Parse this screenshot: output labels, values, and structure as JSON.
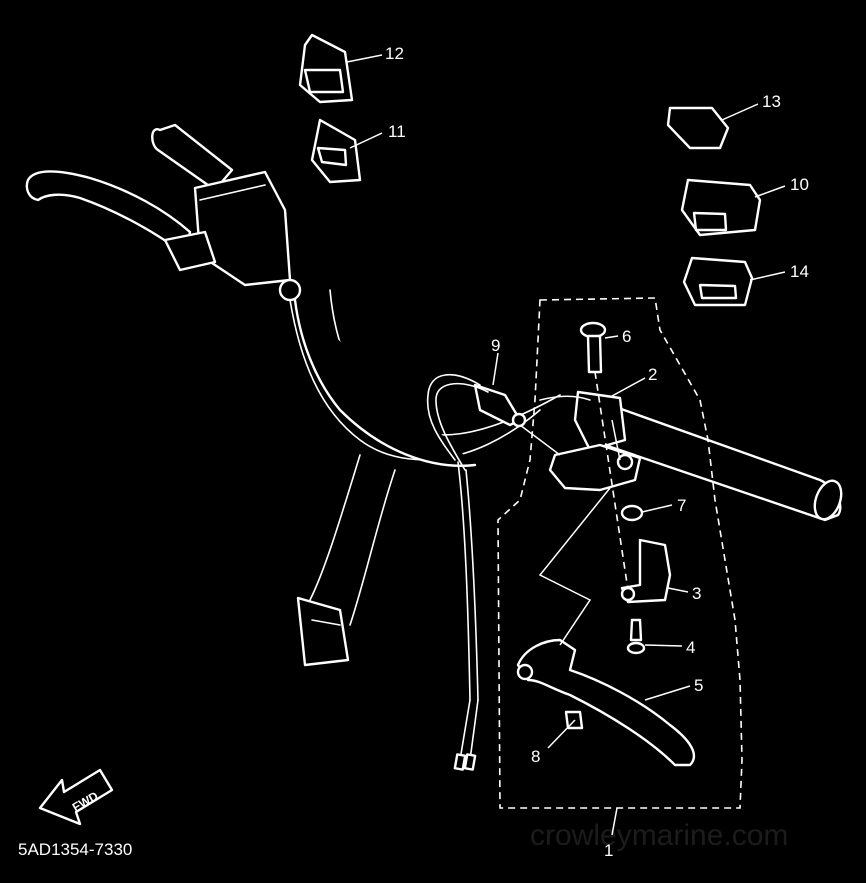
{
  "diagram": {
    "code": "5AD1354-7330",
    "watermark": "crowleymarine.com",
    "direction_label": "FWD",
    "callouts": {
      "c1": "1",
      "c2": "2",
      "c3": "3",
      "c4": "4",
      "c5": "5",
      "c6": "6",
      "c7": "7",
      "c8": "8",
      "c9": "9",
      "c10": "10",
      "c11": "11",
      "c12": "12",
      "c13": "13",
      "c14": "14"
    }
  }
}
